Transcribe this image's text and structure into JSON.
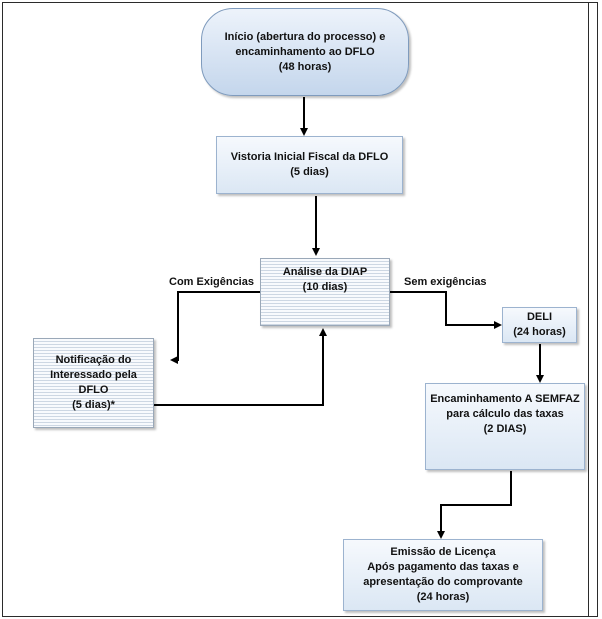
{
  "nodes": {
    "start": {
      "lines": [
        "Início (abertura do processo) e",
        "encaminhamento ao DFLO",
        "(48 horas)"
      ]
    },
    "vistoria": {
      "lines": [
        "Vistoria Inicial Fiscal da DFLO",
        "(5 dias)"
      ]
    },
    "analise": {
      "lines": [
        "Análise da DIAP",
        "(10 dias)"
      ]
    },
    "notificacao": {
      "lines": [
        "Notificação do",
        "Interessado pela",
        "DFLO",
        "(5 dias)*"
      ]
    },
    "deli": {
      "lines": [
        "DELI",
        "(24 horas)"
      ]
    },
    "semfaz": {
      "lines": [
        "Encaminhamento A SEMFAZ",
        "para cálculo das taxas",
        "(2 DIAS)"
      ]
    },
    "emissao": {
      "lines": [
        "Emissão de Licença",
        "Após pagamento das taxas e",
        "apresentação do comprovante",
        "(24 horas)"
      ]
    }
  },
  "edges": {
    "com_exigencias": "Com Exigências",
    "sem_exigencias": "Sem exigências"
  }
}
